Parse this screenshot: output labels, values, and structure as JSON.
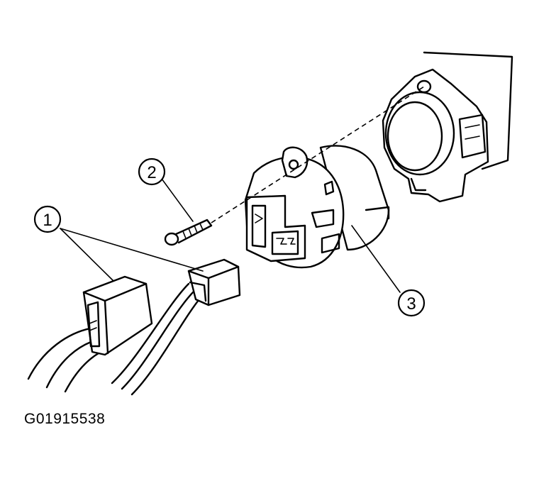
{
  "figure_code": "G01915538",
  "callouts": [
    {
      "id": "callout-1",
      "label": "1"
    },
    {
      "id": "callout-2",
      "label": "2"
    },
    {
      "id": "callout-3",
      "label": "3"
    }
  ]
}
